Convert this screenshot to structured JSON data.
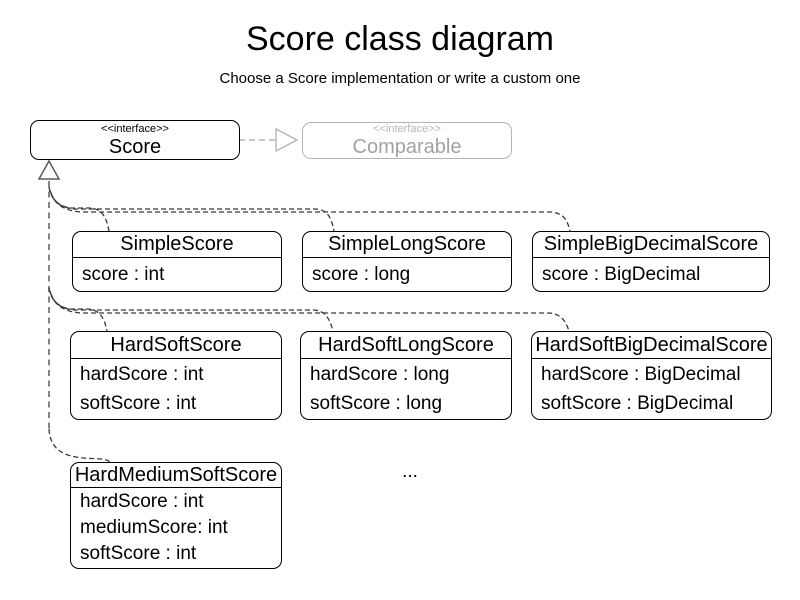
{
  "header": {
    "title": "Score class diagram",
    "subtitle": "Choose a Score implementation or write a custom one"
  },
  "interfaces": {
    "score": {
      "stereotype": "<<interface>>",
      "name": "Score"
    },
    "comparable": {
      "stereotype": "<<interface>>",
      "name": "Comparable"
    }
  },
  "classes": [
    {
      "name": "SimpleScore",
      "attributes": [
        "score : int"
      ]
    },
    {
      "name": "SimpleLongScore",
      "attributes": [
        "score : long"
      ]
    },
    {
      "name": "SimpleBigDecimalScore",
      "attributes": [
        "score : BigDecimal"
      ]
    },
    {
      "name": "HardSoftScore",
      "attributes": [
        "hardScore : int",
        "softScore : int"
      ]
    },
    {
      "name": "HardSoftLongScore",
      "attributes": [
        "hardScore : long",
        "softScore : long"
      ]
    },
    {
      "name": "HardSoftBigDecimalScore",
      "attributes": [
        "hardScore : BigDecimal",
        "softScore : BigDecimal"
      ]
    },
    {
      "name": "HardMediumSoftScore",
      "attributes": [
        "hardScore : int",
        "mediumScore: int",
        "softScore : int"
      ]
    }
  ],
  "ellipsis": "...",
  "colors": {
    "box_border": "#000000",
    "text": "#000000",
    "muted_border": "#b4b4b4",
    "muted_text": "#a2a2a2",
    "inheritance_trunk": "#777777",
    "inheritance_branch": "#383838",
    "background": "#ffffff"
  }
}
